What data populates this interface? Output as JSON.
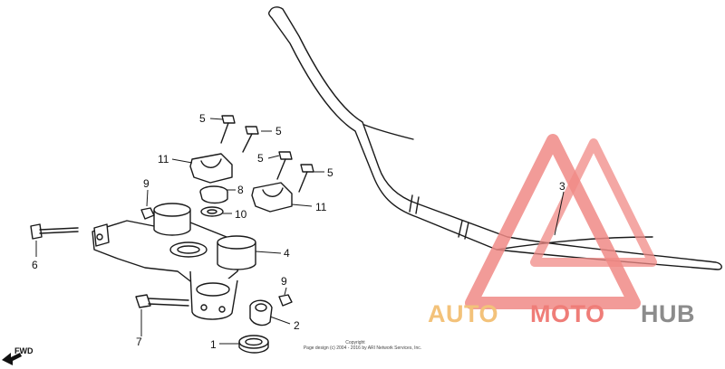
{
  "parts": {
    "p1": "1",
    "p2": "2",
    "p3": "3",
    "p4": "4",
    "p5a": "5",
    "p5b": "5",
    "p5c": "5",
    "p5d": "5",
    "p6": "6",
    "p7": "7",
    "p8": "8",
    "p9a": "9",
    "p9b": "9",
    "p10": "10",
    "p11a": "11",
    "p11b": "11"
  },
  "copyright": {
    "line1": "Copyright",
    "line2": "Page design (c) 2004 - 2016 by ARI Network Services, Inc."
  },
  "fwd_label": "FWD",
  "watermark": {
    "word_auto": "AUTO",
    "word_moto": "MOTO",
    "word_hub": "HUB",
    "colors": {
      "auto": "#f3c27a",
      "moto": "#ef7d78",
      "hub": "#8c8c8c",
      "triangle": "#f08a86"
    }
  }
}
